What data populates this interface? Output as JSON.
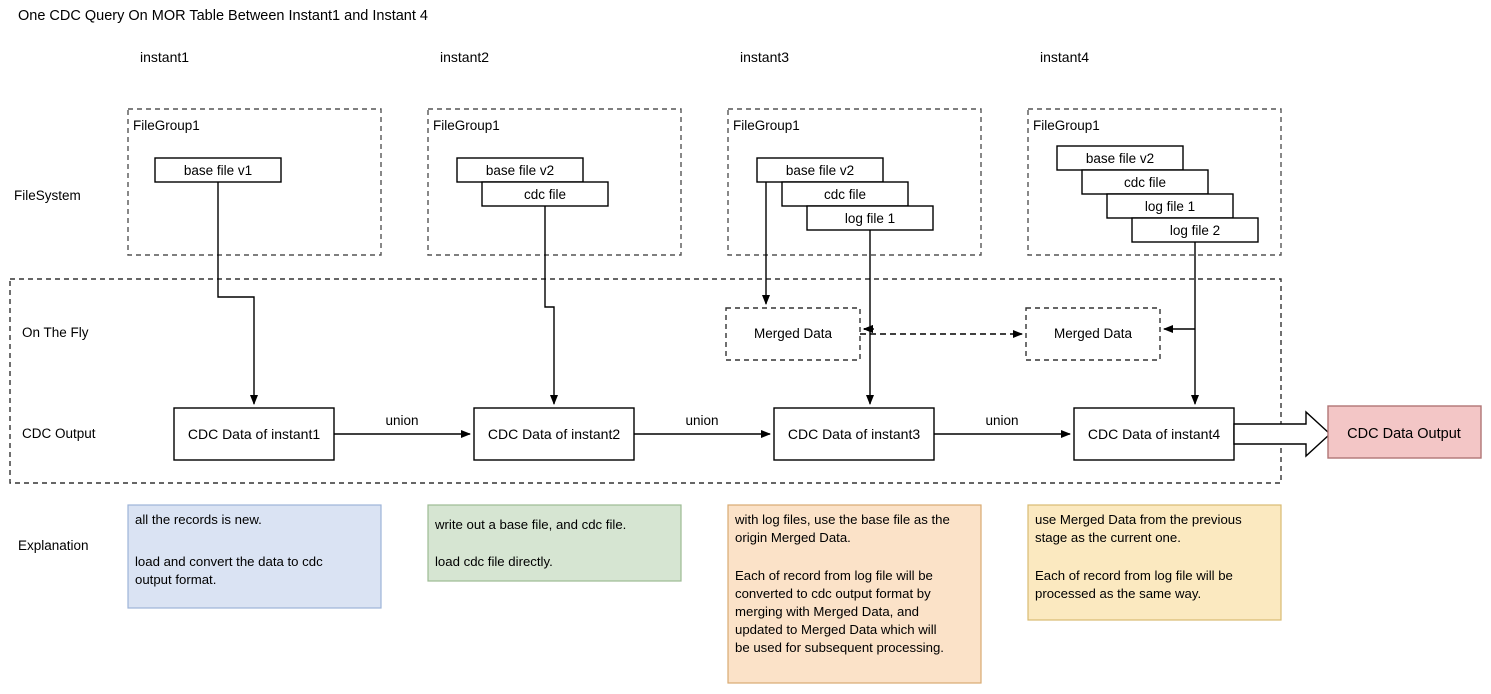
{
  "title": "One CDC Query On MOR Table Between Instant1 and Instant 4",
  "columns": [
    {
      "label": "instant1"
    },
    {
      "label": "instant2"
    },
    {
      "label": "instant3"
    },
    {
      "label": "instant4"
    }
  ],
  "row_labels": {
    "filesystem": "FileSystem",
    "on_the_fly": "On The Fly",
    "cdc_output": "CDC Output",
    "explanation": "Explanation"
  },
  "filesystem": {
    "group_label": "FileGroup1",
    "groups": [
      {
        "files": [
          "base file v1"
        ]
      },
      {
        "files": [
          "base file v2",
          "cdc file"
        ]
      },
      {
        "files": [
          "base file v2",
          "cdc file",
          "log file 1"
        ]
      },
      {
        "files": [
          "base file v2",
          "cdc file",
          "log file 1",
          "log file 2"
        ]
      }
    ]
  },
  "on_the_fly": {
    "merged_data_label": "Merged Data",
    "boxes": [
      "Merged Data",
      "Merged Data"
    ]
  },
  "cdc_output": {
    "boxes": [
      "CDC Data of instant1",
      "CDC Data of instant2",
      "CDC Data of instant3",
      "CDC Data of instant4"
    ],
    "connector_labels": [
      "union",
      "union",
      "union"
    ],
    "final_output": "CDC Data Output"
  },
  "explanations": [
    {
      "color": "#dae3f3",
      "border": "#9db3d8",
      "lines": [
        "all the records is new.",
        "",
        "load and convert the data to cdc",
        "output format."
      ]
    },
    {
      "color": "#d6e5d2",
      "border": "#9cbb93",
      "lines": [
        "write out a base file, and cdc file.",
        "",
        "load cdc file directly."
      ]
    },
    {
      "color": "#fbe2c8",
      "border": "#d9ab72",
      "lines": [
        "with log files, use the base file as the",
        "origin Merged Data.",
        "",
        "Each of record from log file will be",
        "converted to cdc output format by",
        "merging with Merged Data, and",
        "updated to Merged Data which will",
        "be used for subsequent processing."
      ]
    },
    {
      "color": "#fbe9c0",
      "border": "#d9bb72",
      "lines": [
        "use Merged Data from the previous",
        "stage as the current one.",
        "",
        "Each of record from log file will be",
        "processed as the same way."
      ]
    }
  ],
  "colors": {
    "output_box_fill": "#f3c6c6",
    "output_box_border": "#b07575",
    "line": "#000000",
    "dashed": "#555555"
  }
}
